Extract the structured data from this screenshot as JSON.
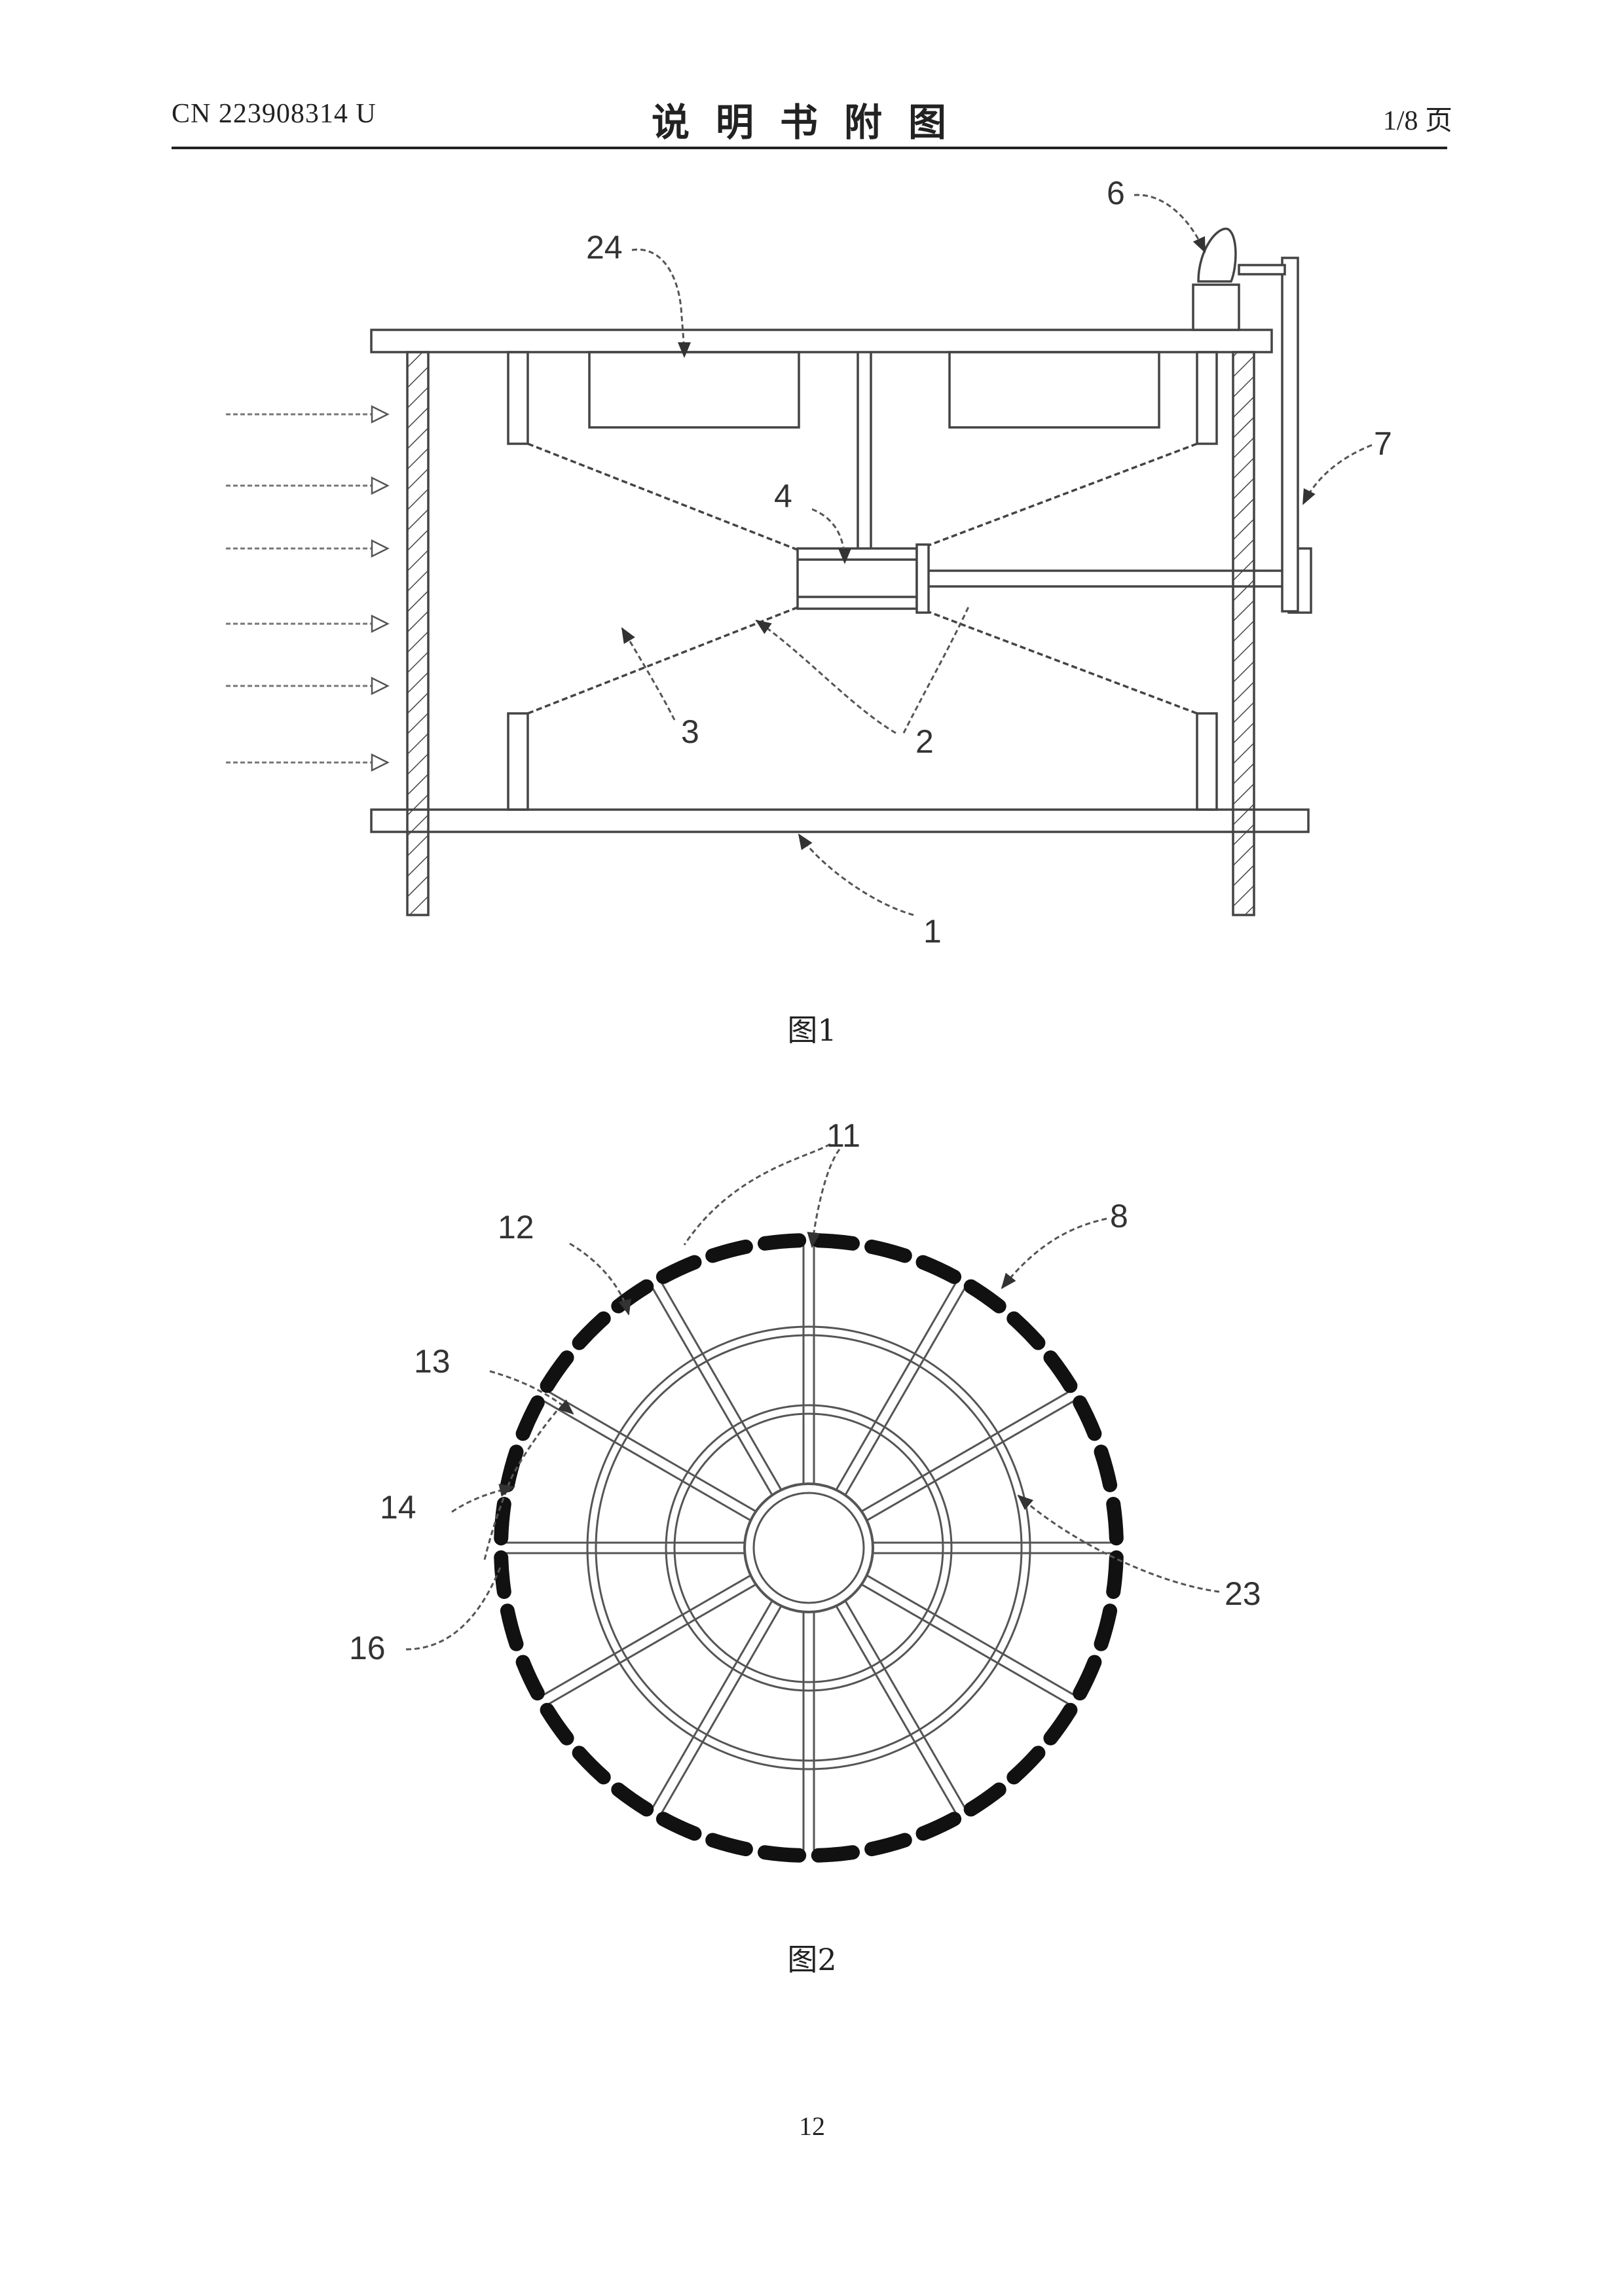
{
  "header": {
    "doc_number": "CN 223908314 U",
    "title": "说明书附图",
    "page_of": "1/8 页"
  },
  "figure1": {
    "caption": "图1",
    "labels": {
      "l1": "1",
      "l2": "2",
      "l3": "3",
      "l4": "4",
      "l6": "6",
      "l7": "7",
      "l24": "24"
    }
  },
  "figure2": {
    "caption": "图2",
    "labels": {
      "l8": "8",
      "l11": "11",
      "l12": "12",
      "l13": "13",
      "l14": "14",
      "l16": "16",
      "l23": "23"
    }
  },
  "page_number": "12"
}
